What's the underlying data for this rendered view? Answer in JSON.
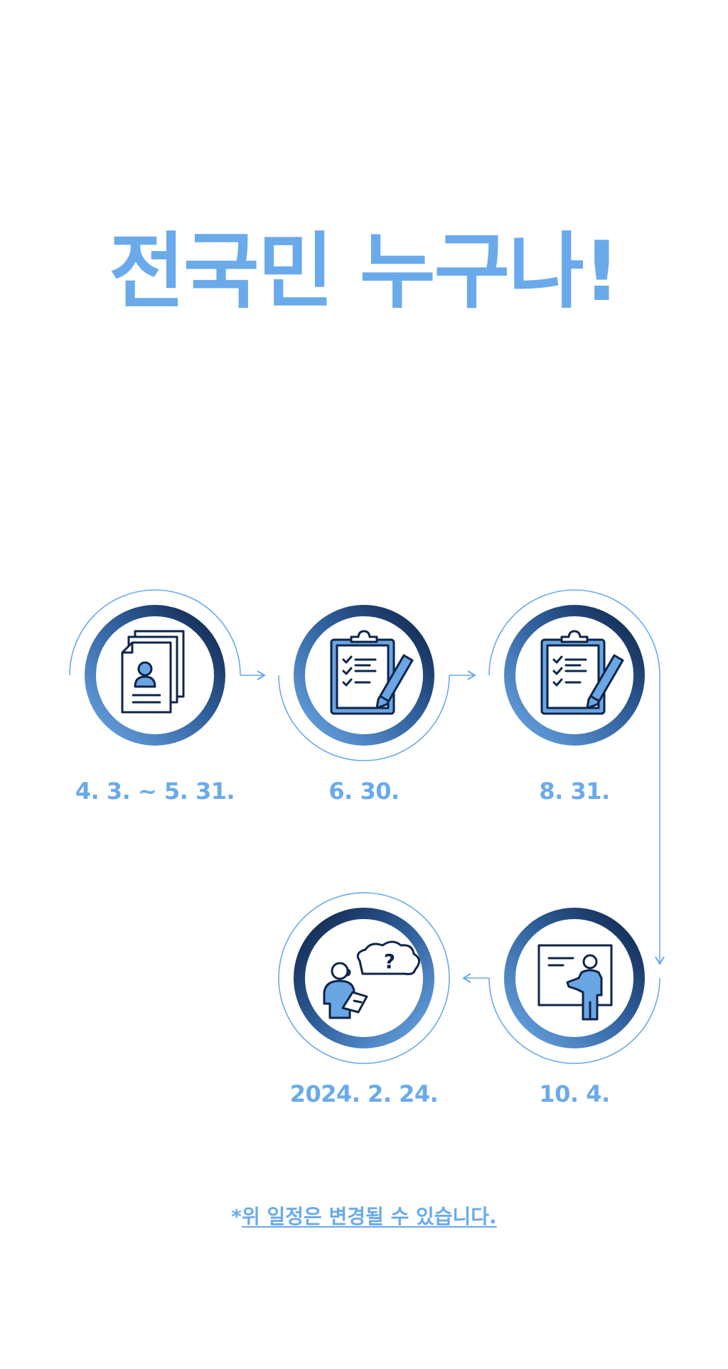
{
  "title": "전국민 누구나!",
  "colors": {
    "accent": "#6aaaea",
    "navy": "#0f2448",
    "ring_light": "#6aa6e4"
  },
  "steps": [
    {
      "date": "4. 3. ~ 5. 31.",
      "icon": "resume-documents-icon"
    },
    {
      "date": "6. 30.",
      "icon": "clipboard-checklist-pencil-icon"
    },
    {
      "date": "8. 31.",
      "icon": "clipboard-checklist-pencil-icon"
    },
    {
      "date": "10. 4.",
      "icon": "presenter-whiteboard-icon"
    },
    {
      "date": "2024. 2. 24.",
      "icon": "person-question-thought-icon"
    }
  ],
  "note": {
    "asterisk": "*",
    "text": "위 일정은 변경될 수 있습니다."
  }
}
